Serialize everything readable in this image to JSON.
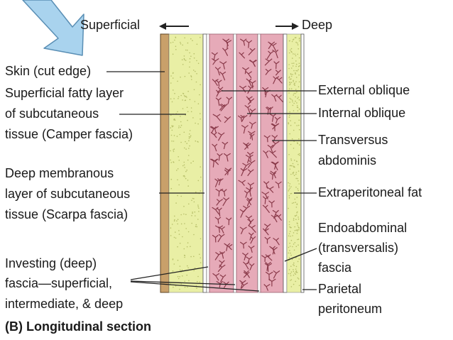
{
  "orientation": {
    "superficial": "Superficial",
    "deep": "Deep"
  },
  "left_labels": {
    "skin": "Skin (cut edge)",
    "camper": [
      "Superficial fatty layer",
      "of subcutaneous",
      "tissue (Camper fascia)"
    ],
    "scarpa": [
      "Deep membranous",
      "layer of subcutaneous",
      "tissue (Scarpa fascia)"
    ],
    "investing": [
      "Investing (deep)",
      "fascia—superficial,",
      "intermediate, & deep"
    ]
  },
  "right_labels": {
    "external_oblique": "External oblique",
    "internal_oblique": "Internal oblique",
    "transversus": [
      "Transversus",
      "abdominis"
    ],
    "extraperitoneal": "Extraperitoneal fat",
    "endoabdominal": [
      "Endoabdominal",
      "(transversalis)",
      "fascia"
    ],
    "parietal": [
      "Parietal",
      "peritoneum"
    ]
  },
  "caption": "(B) Longitudinal section",
  "colors": {
    "skin": "#c9a06a",
    "fat": "#e9efa5",
    "muscle": "#e6aab8",
    "fiber": "#8a3a4a",
    "fascia": "#ffffff",
    "arrow": "#a9d3ee",
    "line": "#222222"
  }
}
